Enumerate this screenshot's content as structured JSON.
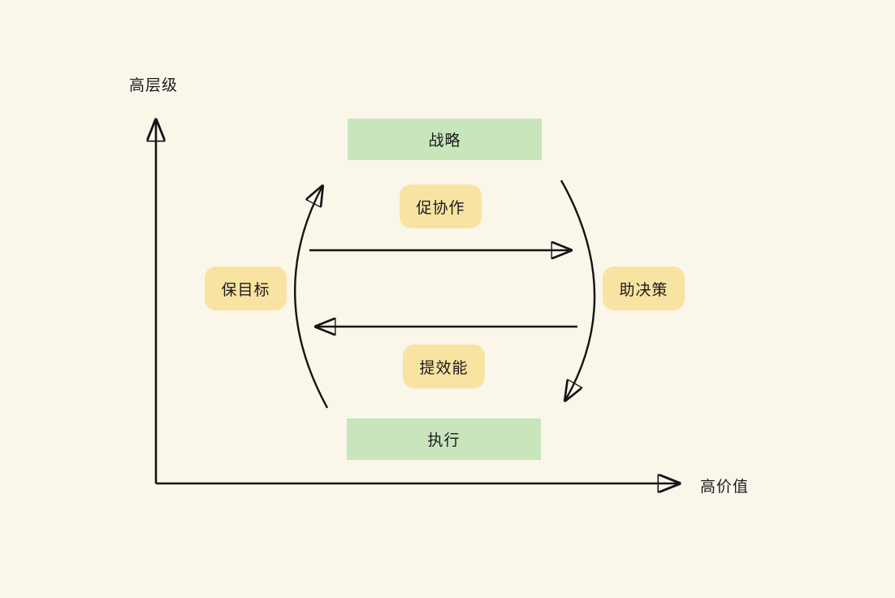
{
  "diagram": {
    "title_implied": "strategy-execution-cycle",
    "y_axis_label": "高层级",
    "x_axis_label": "高价值",
    "nodes": {
      "strategy": "战略",
      "execution": "执行"
    },
    "tags": {
      "promote_collaboration": "促协作",
      "ensure_goals": "保目标",
      "assist_decision": "助决策",
      "improve_efficiency": "提效能"
    },
    "arrows": [
      {
        "name": "strategy-to-execution-forward",
        "direction": "right"
      },
      {
        "name": "execution-to-strategy-back",
        "direction": "left"
      },
      {
        "name": "cycle-left-curve",
        "direction": "up"
      },
      {
        "name": "cycle-right-curve",
        "direction": "down"
      }
    ],
    "colors": {
      "background": "#FAF6EA",
      "node_green": "#C8E5BC",
      "tag_yellow": "#F9E3A2",
      "line": "#141414",
      "text": "#1A1A1A"
    }
  }
}
